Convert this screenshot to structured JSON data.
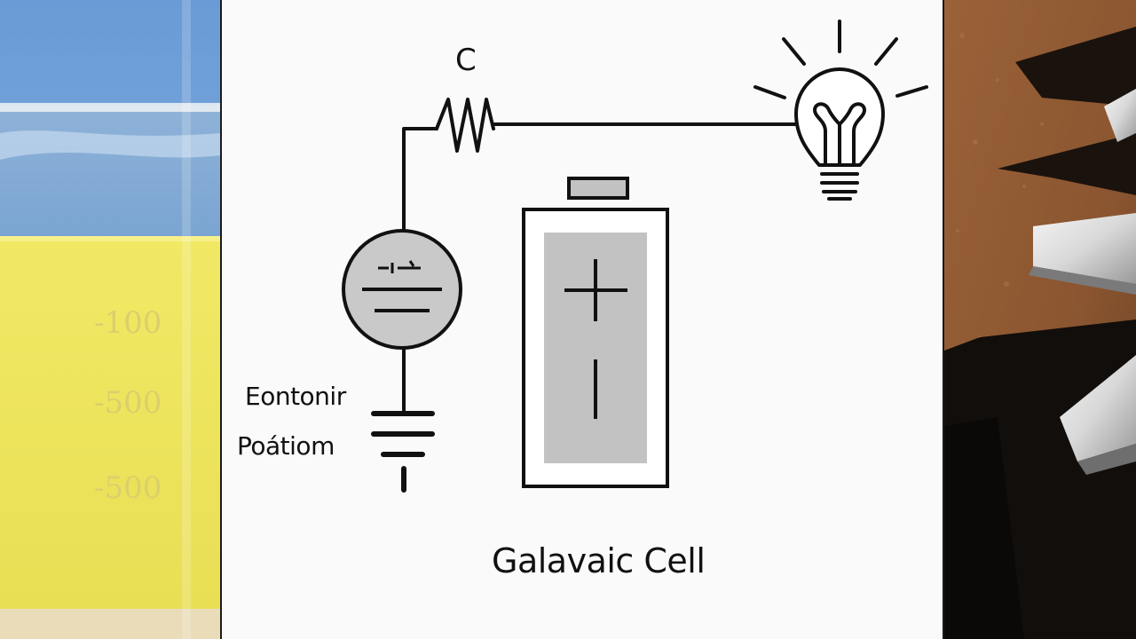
{
  "diagram": {
    "capacitor_label": "C",
    "label_top": "Eontonir",
    "label_bottom": "Poátiom",
    "title": "Galavaic Cell"
  },
  "beaker": {
    "scale_marks": [
      "-100",
      "-500",
      "-500"
    ],
    "liquid_color": "#efe55b",
    "background_color": "#6f9fd6"
  },
  "colors": {
    "ink": "#111111",
    "gauge_fill": "#c9c9c9",
    "cell_fill": "#c2c2c2",
    "panel_bg": "#fafafa"
  },
  "icons": {
    "bulb": "light-bulb-icon",
    "gauge": "meter-icon",
    "ground": "ground-icon",
    "battery": "battery-icon",
    "resistor": "resistor-icon"
  }
}
